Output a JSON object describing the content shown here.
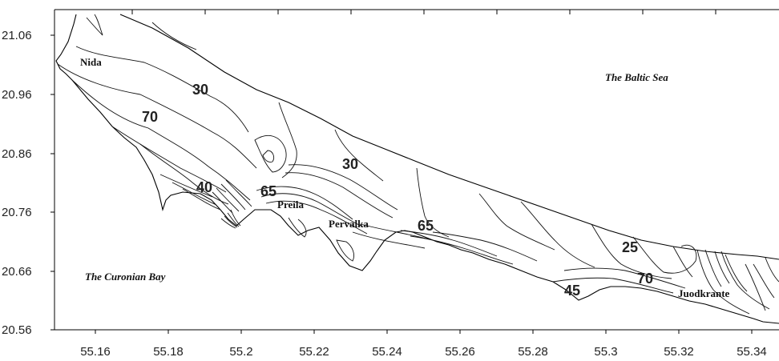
{
  "axes": {
    "x_ticks": [
      "55.16",
      "55.18",
      "55.2",
      "55.22",
      "55.24",
      "55.26",
      "55.28",
      "55.3",
      "55.32",
      "55.34"
    ],
    "y_ticks": [
      "21.06",
      "20.96",
      "20.86",
      "20.76",
      "20.66",
      "20.56"
    ]
  },
  "water_bodies": {
    "sea": "The Baltic Sea",
    "bay": "The Curonian Bay"
  },
  "places": {
    "nida": "Nida",
    "preila": "Preila",
    "pervalka": "Pervalka",
    "juodkrante": "Juodkrante"
  },
  "contour_labels": {
    "c30_north": "30",
    "c70_nida": "70",
    "c30_mid": "30",
    "c40": "40",
    "c65_preila": "65",
    "c65_pervalka": "65",
    "c25": "25",
    "c45": "45",
    "c70_juod": "70"
  }
}
